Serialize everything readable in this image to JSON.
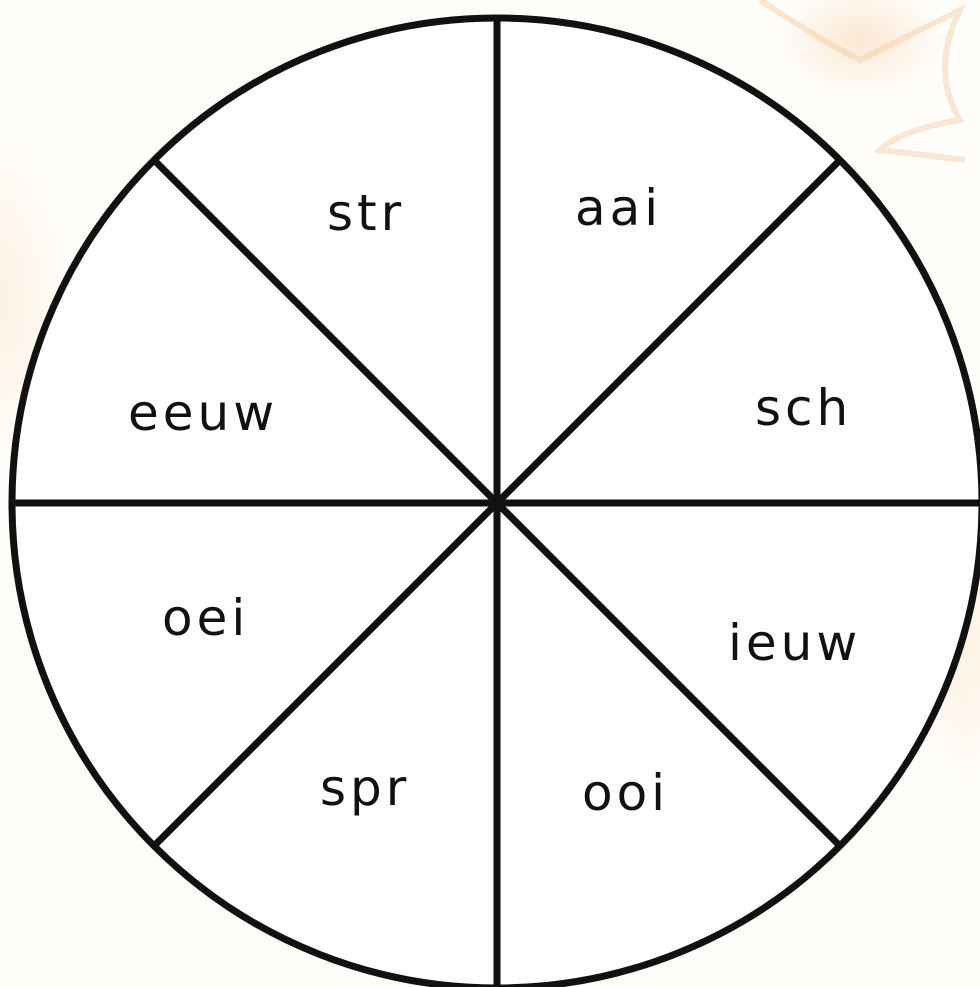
{
  "wheel": {
    "segments": [
      {
        "label": "str"
      },
      {
        "label": "aai"
      },
      {
        "label": "eeuw"
      },
      {
        "label": "sch"
      },
      {
        "label": "oei"
      },
      {
        "label": "ieuw"
      },
      {
        "label": "spr"
      },
      {
        "label": "ooi"
      }
    ]
  },
  "colors": {
    "line": "#111111",
    "fill": "#ffffff",
    "background_tint": "#f6d6b0"
  }
}
